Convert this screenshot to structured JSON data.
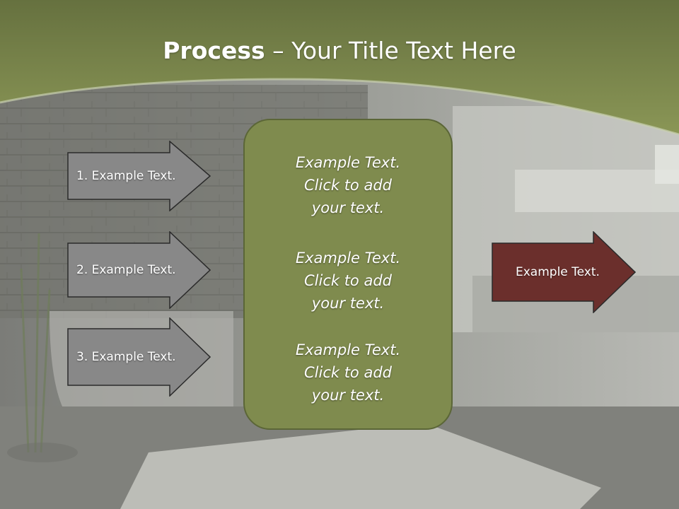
{
  "title": {
    "bold": "Process",
    "rest": " – Your Title Text Here"
  },
  "colors": {
    "header_green": "#7e8c4c",
    "box_green": "#7f8b4e",
    "arrow_gray": "#888888",
    "arrow_maroon": "#6b2f2c"
  },
  "left_arrows": [
    {
      "label": "1. Example Text."
    },
    {
      "label": "2. Example Text."
    },
    {
      "label": "3. Example Text."
    }
  ],
  "center_box": {
    "blocks": [
      {
        "line1": "Example Text.",
        "line2": "Click  to add",
        "line3": "your text."
      },
      {
        "line1": "Example Text.",
        "line2": "Click  to add",
        "line3": "your text."
      },
      {
        "line1": "Example Text.",
        "line2": "Click  to add",
        "line3": "your text."
      }
    ]
  },
  "right_arrow": {
    "label": "Example Text."
  }
}
